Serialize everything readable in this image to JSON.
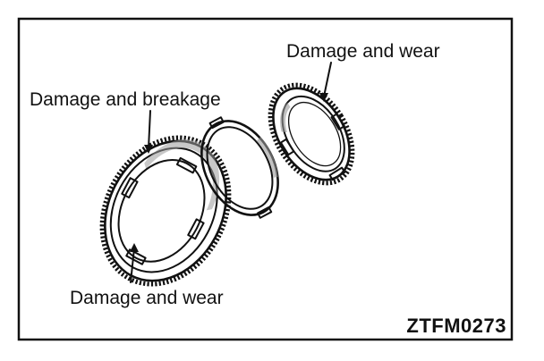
{
  "labels": {
    "top_right": "Damage and wear",
    "top_left": "Damage and breakage",
    "bottom": "Damage and wear"
  },
  "figure_code": "ZTFM0273"
}
